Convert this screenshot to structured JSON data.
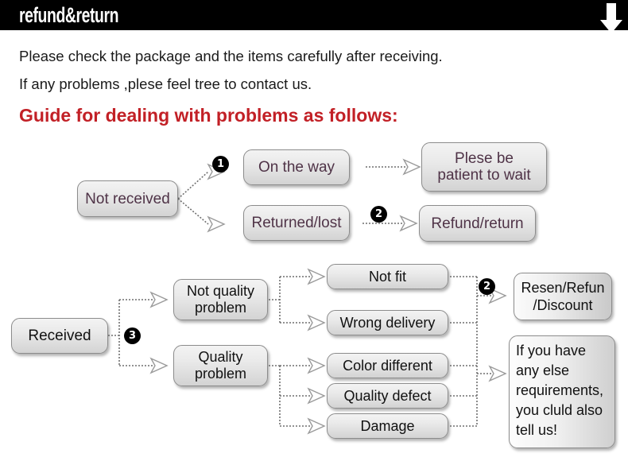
{
  "header": {
    "title": "refund&return",
    "arrow_icon": "down-arrow-icon",
    "bg_color": "#000000",
    "text_color": "#ffffff"
  },
  "intro": {
    "line1": "Please check the package and the items carefully after receiving.",
    "line2": "If any problems ,plese feel tree to contact us.",
    "guide_heading": "Guide for dealing with problems as follows:",
    "guide_color": "#c22026"
  },
  "flow": {
    "top_section": {
      "source": "Not received",
      "branches": [
        {
          "badge": "1",
          "state": "On the way",
          "outcome": "Plese be\npatient to wait"
        },
        {
          "badge": "2",
          "state": "Returned/lost",
          "outcome": "Refund/return"
        }
      ]
    },
    "bottom_section": {
      "source": "Received",
      "source_badge": "3",
      "categories": [
        {
          "label": "Not quality\nproblem",
          "issues": [
            "Not fit",
            "Wrong delivery"
          ]
        },
        {
          "label": "Quality\nproblem",
          "issues": [
            "Color different",
            "Quality defect",
            "Damage"
          ]
        }
      ],
      "outcome_badge": "2",
      "outcome": "Resen/Refun\n/Discount",
      "note": "If you have\nany else\nrequirements,\nyou cluld also\ntell us!"
    }
  },
  "style": {
    "node_text_purple": "#4f3347",
    "node_text_dark": "#111111",
    "node_border": "#8c8c8c",
    "connector_color": "#7a7a7a"
  }
}
